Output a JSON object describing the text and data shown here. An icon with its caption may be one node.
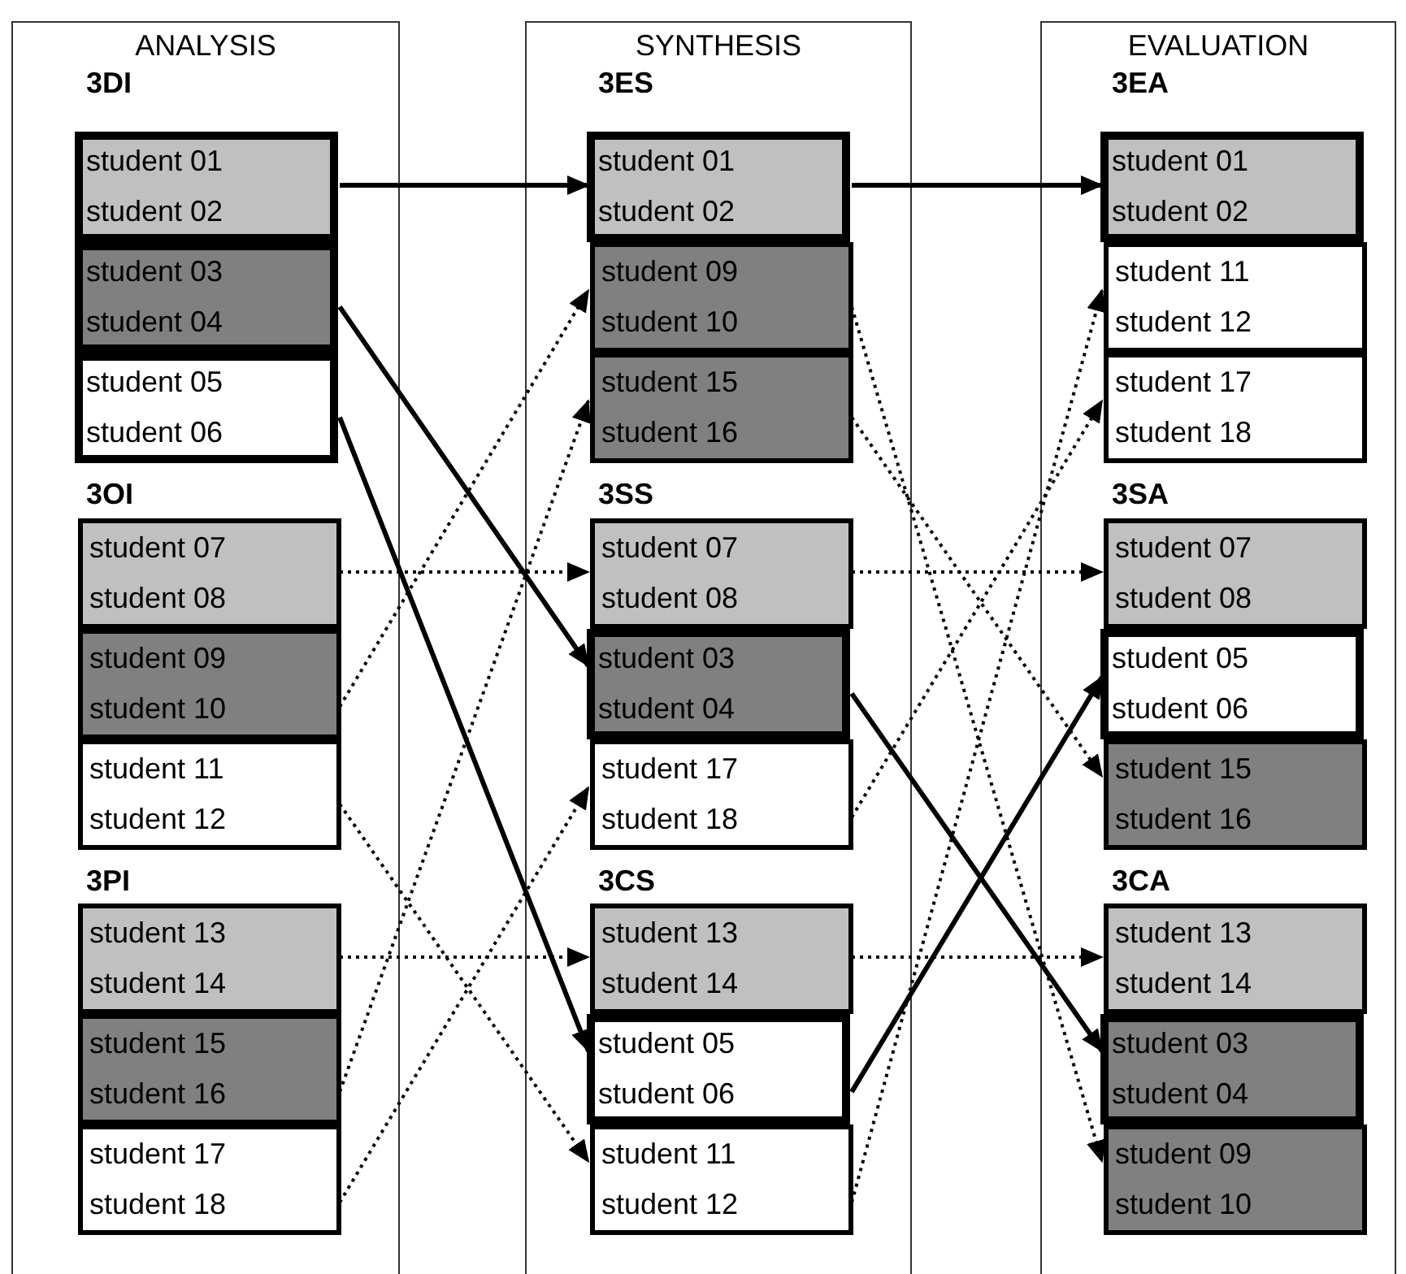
{
  "diagram": {
    "nodes": [
      {
        "text": [
          "ANALYSIS"
        ]
      },
      {
        "text": [
          "student 01",
          "student 02"
        ],
        "in": 0
      },
      {
        "text": [
          "student 03",
          "student 04"
        ],
        "in": 0
      },
      {
        "text": [
          "student 05",
          "student 06"
        ],
        "in": 0
      },
      {
        "text": [
          "student 07",
          "student 08"
        ],
        "in": 0
      },
      {
        "text": [
          "student 09",
          "student 10"
        ],
        "in": 0
      },
      {
        "text": [
          "student 11",
          "student 12"
        ],
        "in": 0
      },
      {
        "text": [
          "student 13",
          "student 14"
        ],
        "in": 0
      },
      {
        "text": [
          "student 15",
          "student 16"
        ],
        "in": 0
      },
      {
        "text": [
          "student 17",
          "student 18"
        ],
        "in": 0
      },
      {
        "text": [
          "SYNTHESIS"
        ]
      },
      {
        "text": [
          "student 01",
          "student 02"
        ],
        "in": 10
      },
      {
        "text": [
          "student 09",
          "student 10"
        ],
        "in": 10
      },
      {
        "text": [
          "student 15",
          "student 16"
        ],
        "in": 10
      },
      {
        "text": [
          "student 07",
          "student 08"
        ],
        "in": 10
      },
      {
        "text": [
          "student 03",
          "student 04"
        ],
        "in": 10
      },
      {
        "text": [
          "student 17",
          "student 18"
        ],
        "in": 10
      },
      {
        "text": [
          "student 13",
          "student 14"
        ],
        "in": 10
      },
      {
        "text": [
          "student 05",
          "student 06"
        ],
        "in": 10
      },
      {
        "text": [
          "student 11",
          "student 12"
        ],
        "in": 10
      },
      {
        "text": [
          "EVALUATION"
        ]
      },
      {
        "text": [
          "student 01",
          "student 02"
        ],
        "in": 20
      },
      {
        "text": [
          "student 11",
          "student 12"
        ],
        "in": 20
      },
      {
        "text": [
          "student 17",
          "student 18"
        ],
        "in": 20
      },
      {
        "text": [
          "student 07",
          "student 08"
        ],
        "in": 20
      },
      {
        "text": [
          "student 05",
          "student 06"
        ],
        "in": 20
      },
      {
        "text": [
          "student 15",
          "student 16"
        ],
        "in": 20
      },
      {
        "text": [
          "student 13",
          "student 14"
        ],
        "in": 20
      },
      {
        "text": [
          "student 03",
          "student 04"
        ],
        "in": 20
      },
      {
        "text": [
          "student 09",
          "student 10"
        ],
        "in": 20
      }
    ],
    "edges": [
      {
        "from": 1,
        "to": 11,
        "arrow": "to"
      },
      {
        "from": 2,
        "to": 15,
        "arrow": "to"
      },
      {
        "from": 3,
        "to": 18,
        "arrow": "to"
      },
      {
        "from": 4,
        "to": 14,
        "arrow": "to",
        "style": "dashed"
      },
      {
        "from": 5,
        "to": 12,
        "arrow": "to",
        "style": "dashed"
      },
      {
        "from": 6,
        "to": 19,
        "arrow": "to",
        "style": "dashed"
      },
      {
        "from": 7,
        "to": 17,
        "arrow": "to",
        "style": "dashed"
      },
      {
        "from": 8,
        "to": 13,
        "arrow": "to",
        "style": "dashed"
      },
      {
        "from": 9,
        "to": 16,
        "arrow": "to",
        "style": "dashed"
      },
      {
        "from": 11,
        "to": 21,
        "arrow": "to"
      },
      {
        "from": 12,
        "to": 29,
        "arrow": "to",
        "style": "dashed"
      },
      {
        "from": 13,
        "to": 26,
        "arrow": "to",
        "style": "dashed"
      },
      {
        "from": 14,
        "to": 24,
        "arrow": "to",
        "style": "dashed"
      },
      {
        "from": 15,
        "to": 28,
        "arrow": "to"
      },
      {
        "from": 16,
        "to": 23,
        "arrow": "to",
        "style": "dashed"
      },
      {
        "from": 17,
        "to": 27,
        "arrow": "to",
        "style": "dashed"
      },
      {
        "from": 18,
        "to": 25,
        "arrow": "to"
      },
      {
        "from": 19,
        "to": 22,
        "arrow": "to",
        "style": "dashed"
      }
    ],
    "labels": [
      "3DI",
      "3ES",
      "3EA",
      "3OI",
      "3SS",
      "3SA",
      "3PI",
      "3CS",
      "3CA"
    ]
  }
}
